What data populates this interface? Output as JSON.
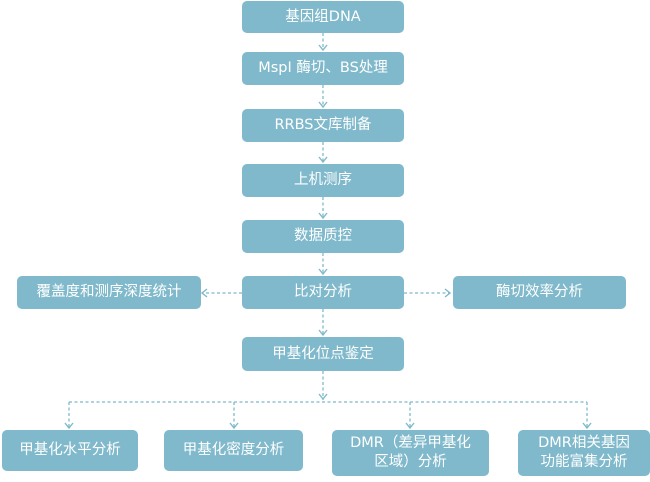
{
  "diagram": {
    "type": "flowchart",
    "accent_color": "#7fb9cb",
    "text_color": "#ffffff",
    "nodes": {
      "genomic_dna": "基因组DNA",
      "mspi_bs": "MspI 酶切、BS处理",
      "rrbs_library": "RRBS文库制备",
      "sequencing": "上机测序",
      "qc": "数据质控",
      "alignment": "比对分析",
      "coverage_depth": "覆盖度和测序深度统计",
      "digestion_efficiency": "酶切效率分析",
      "methyl_site": "甲基化位点鉴定",
      "methyl_level": "甲基化水平分析",
      "methyl_density": "甲基化密度分析",
      "dmr_line1": "DMR（差异甲基化",
      "dmr_line2": "区域）分析",
      "dmr_gene_line1": "DMR相关基因",
      "dmr_gene_line2": "功能富集分析"
    },
    "edges": [
      [
        "genomic_dna",
        "mspi_bs"
      ],
      [
        "mspi_bs",
        "rrbs_library"
      ],
      [
        "rrbs_library",
        "sequencing"
      ],
      [
        "sequencing",
        "qc"
      ],
      [
        "qc",
        "alignment"
      ],
      [
        "alignment",
        "coverage_depth"
      ],
      [
        "alignment",
        "digestion_efficiency"
      ],
      [
        "alignment",
        "methyl_site"
      ],
      [
        "methyl_site",
        "methyl_level"
      ],
      [
        "methyl_site",
        "methyl_density"
      ],
      [
        "methyl_site",
        "dmr"
      ],
      [
        "methyl_site",
        "dmr_gene"
      ]
    ]
  }
}
